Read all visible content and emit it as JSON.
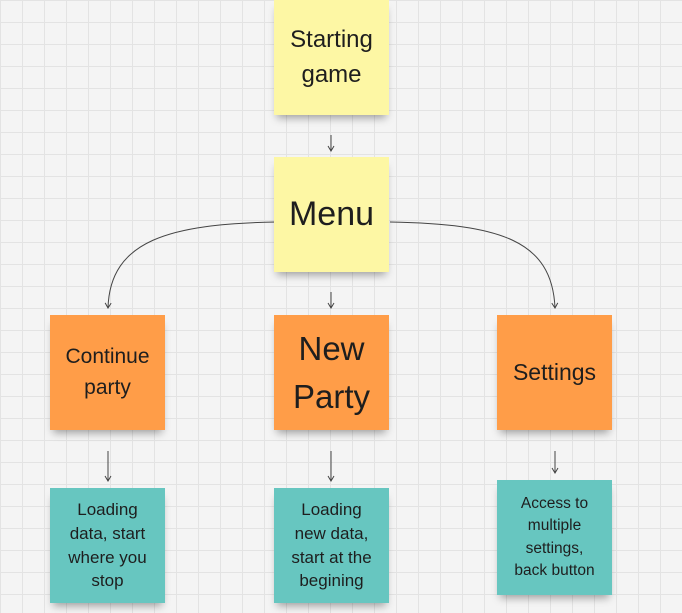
{
  "colors": {
    "yellow": "#fdf7a4",
    "orange": "#ff9d48",
    "teal": "#67c6c0",
    "connector": "#444444",
    "grid": "#e3e3e3"
  },
  "nodes": {
    "start": "Starting\ngame",
    "menu": "Menu",
    "continue_party": "Continue\nparty",
    "new_party": "New\nParty",
    "settings": "Settings",
    "loading_continue": "Loading\ndata, start\nwhere you\nstop",
    "loading_new": "Loading\nnew data,\nstart at the\nbegining",
    "settings_detail": "Access to\nmultiple\nsettings,\nback button"
  },
  "edges": [
    {
      "from": "start",
      "to": "menu"
    },
    {
      "from": "menu",
      "to": "continue_party"
    },
    {
      "from": "menu",
      "to": "new_party"
    },
    {
      "from": "menu",
      "to": "settings"
    },
    {
      "from": "continue_party",
      "to": "loading_continue"
    },
    {
      "from": "new_party",
      "to": "loading_new"
    },
    {
      "from": "settings",
      "to": "settings_detail"
    }
  ]
}
